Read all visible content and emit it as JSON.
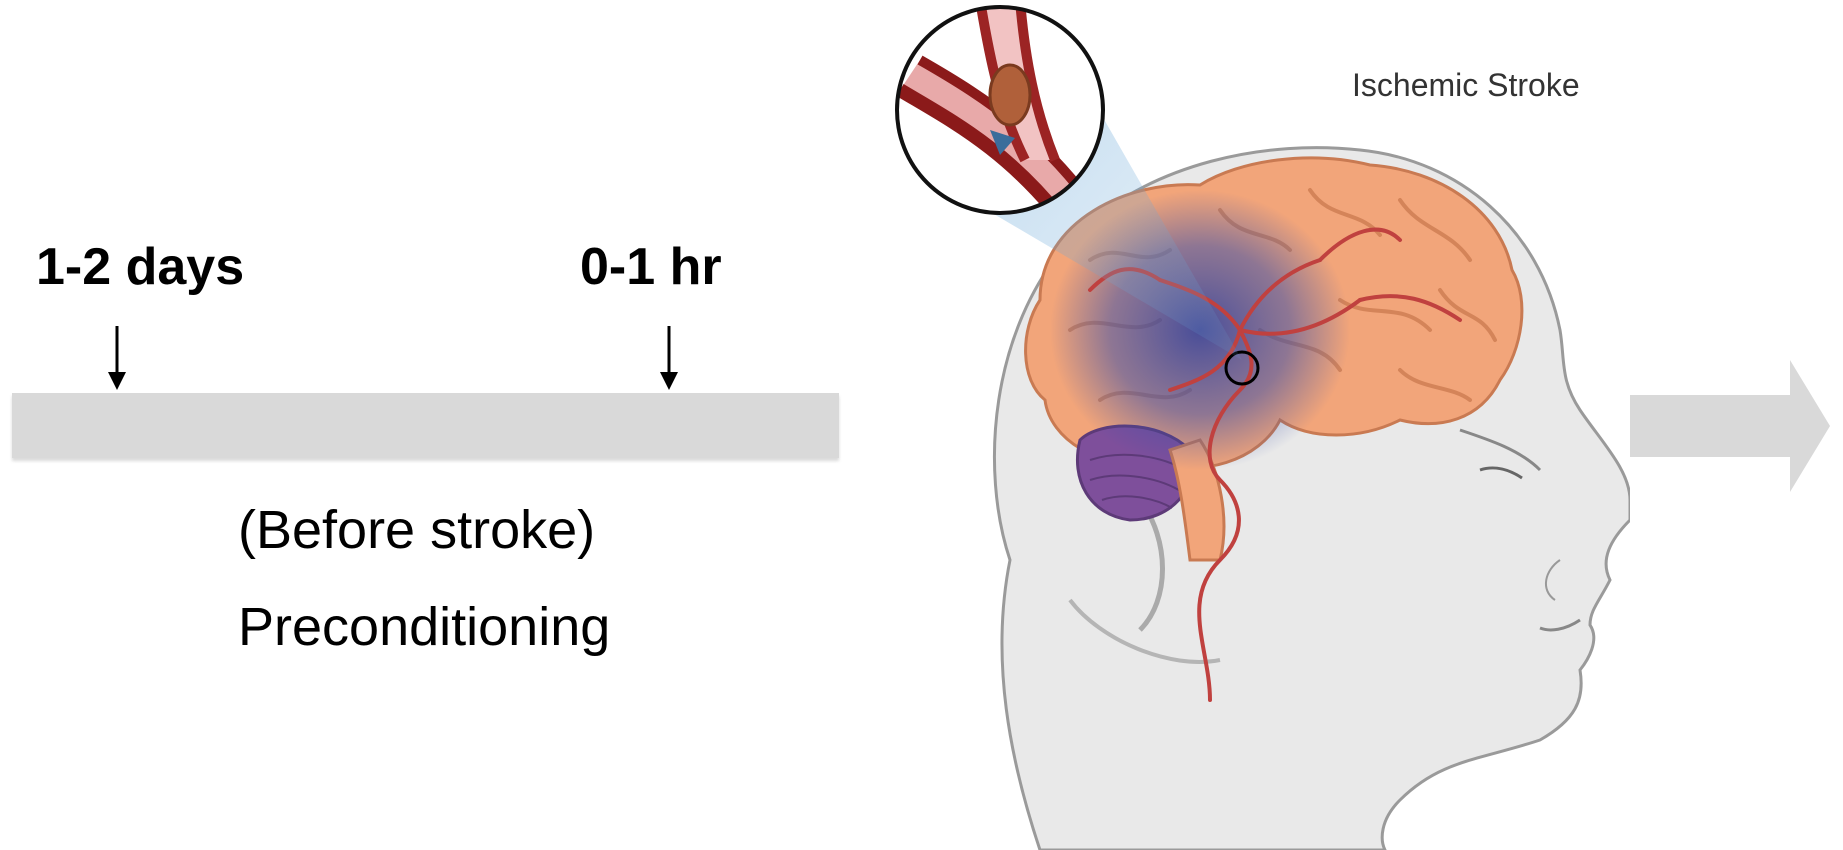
{
  "timeline": {
    "marks": [
      {
        "label": "1-2 days"
      },
      {
        "label": "0-1 hr"
      }
    ],
    "phase_label": "(Before stroke)",
    "phase_name": "Preconditioning"
  },
  "illustration": {
    "title": "Ischemic Stroke",
    "icons": [
      "head-profile-drawing",
      "brain-icon",
      "artery-clot-inset-icon"
    ]
  },
  "next_arrow_icon": "arrow-right-icon",
  "colors": {
    "timeline_bar": "#d9d9d9",
    "arrow": "#d9d9d9",
    "brain": "#f2a57a",
    "artery": "#c0413f",
    "ischemic_region": "#3c4fa8",
    "cerebellum": "#7e4f9b"
  }
}
